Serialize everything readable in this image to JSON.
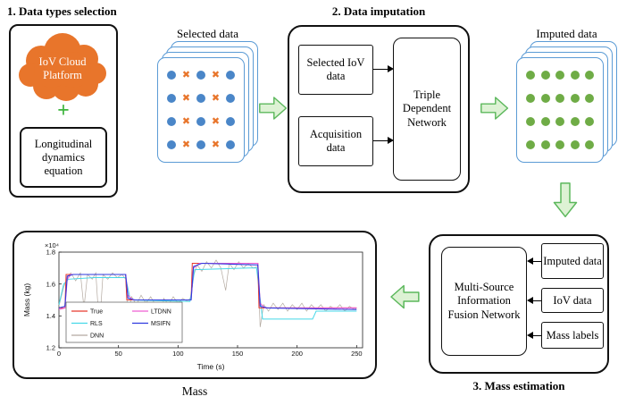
{
  "colors": {
    "cloud_orange": "#e8752b",
    "plus_green": "#3cb43c",
    "card_border": "#5b9bd5",
    "dot_blue": "#4a86c8",
    "dot_green": "#6fac46",
    "x_orange": "#e8752b",
    "arrow_fill": "#ddf2d4",
    "arrow_stroke": "#5cb85c"
  },
  "stage1": {
    "heading": "1. Data types selection",
    "cloud": "IoV Cloud Platform",
    "plus": "+",
    "equation": "Longitudinal dynamics equation"
  },
  "selected": {
    "label": "Selected data",
    "grid": [
      "oxoxo",
      "oxoxo",
      "oxoxo",
      "oxoxo"
    ]
  },
  "stage2": {
    "heading": "2. Data imputation",
    "selected_iov": "Selected IoV data",
    "acquisition": "Acquisition data",
    "network": "Triple Dependent Network"
  },
  "imputed": {
    "label": "Imputed data",
    "grid": [
      "ooooo",
      "ooooo",
      "ooooo",
      "ooooo"
    ]
  },
  "stage3": {
    "heading": "3. Mass estimation",
    "fusion": "Multi-Source Information Fusion Network",
    "inputs": [
      "Imputed data",
      "IoV data",
      "Mass labels"
    ]
  },
  "result": {
    "caption": "Mass"
  },
  "chart_data": {
    "type": "line",
    "title": "",
    "xlabel": "Time (s)",
    "ylabel": "Mass (kg)",
    "y_exponent": "×10⁴",
    "y_unit_scale": 10000,
    "xlim": [
      0,
      255
    ],
    "ylim": [
      1.2,
      1.8
    ],
    "xticks": [
      0,
      50,
      100,
      150,
      200,
      250
    ],
    "yticks": [
      1.2,
      1.4,
      1.6,
      1.8
    ],
    "grid": false,
    "legend": {
      "position": "lower-left",
      "columns": 2,
      "entries": [
        "True",
        "RLS",
        "DNN",
        "LTDNN",
        "MSIFN"
      ]
    },
    "series": [
      {
        "name": "True",
        "color": "#e8392e",
        "width": 1.0,
        "points": [
          [
            0,
            1.45
          ],
          [
            5,
            1.45
          ],
          [
            6,
            1.66
          ],
          [
            56,
            1.66
          ],
          [
            57,
            1.5
          ],
          [
            111,
            1.5
          ],
          [
            112,
            1.73
          ],
          [
            167,
            1.73
          ],
          [
            168,
            1.45
          ],
          [
            250,
            1.45
          ]
        ]
      },
      {
        "name": "RLS",
        "color": "#45d8e8",
        "width": 1.0,
        "points": [
          [
            0,
            1.47
          ],
          [
            4,
            1.6
          ],
          [
            8,
            1.63
          ],
          [
            30,
            1.64
          ],
          [
            56,
            1.64
          ],
          [
            60,
            1.5
          ],
          [
            110,
            1.49
          ],
          [
            114,
            1.69
          ],
          [
            160,
            1.7
          ],
          [
            166,
            1.7
          ],
          [
            171,
            1.38
          ],
          [
            213,
            1.38
          ],
          [
            216,
            1.43
          ],
          [
            250,
            1.43
          ]
        ]
      },
      {
        "name": "DNN",
        "color": "#b3a9a0",
        "width": 0.7,
        "points": [
          [
            0,
            1.46
          ],
          [
            4,
            1.58
          ],
          [
            7,
            1.64
          ],
          [
            10,
            1.67
          ],
          [
            14,
            1.62
          ],
          [
            18,
            1.67
          ],
          [
            21,
            1.45
          ],
          [
            24,
            1.66
          ],
          [
            28,
            1.63
          ],
          [
            31,
            1.67
          ],
          [
            34,
            1.32
          ],
          [
            37,
            1.66
          ],
          [
            41,
            1.63
          ],
          [
            45,
            1.67
          ],
          [
            49,
            1.64
          ],
          [
            53,
            1.66
          ],
          [
            56,
            1.63
          ],
          [
            58,
            1.4
          ],
          [
            61,
            1.52
          ],
          [
            65,
            1.47
          ],
          [
            69,
            1.53
          ],
          [
            73,
            1.48
          ],
          [
            77,
            1.52
          ],
          [
            81,
            1.47
          ],
          [
            85,
            1.3
          ],
          [
            88,
            1.51
          ],
          [
            92,
            1.47
          ],
          [
            96,
            1.52
          ],
          [
            100,
            1.48
          ],
          [
            104,
            1.51
          ],
          [
            108,
            1.49
          ],
          [
            111,
            1.52
          ],
          [
            113,
            1.65
          ],
          [
            116,
            1.72
          ],
          [
            120,
            1.68
          ],
          [
            124,
            1.74
          ],
          [
            128,
            1.7
          ],
          [
            132,
            1.75
          ],
          [
            136,
            1.7
          ],
          [
            140,
            1.56
          ],
          [
            143,
            1.73
          ],
          [
            147,
            1.69
          ],
          [
            151,
            1.74
          ],
          [
            155,
            1.7
          ],
          [
            159,
            1.73
          ],
          [
            163,
            1.7
          ],
          [
            167,
            1.71
          ],
          [
            169,
            1.33
          ],
          [
            172,
            1.47
          ],
          [
            176,
            1.43
          ],
          [
            180,
            1.48
          ],
          [
            184,
            1.44
          ],
          [
            188,
            1.48
          ],
          [
            192,
            1.43
          ],
          [
            196,
            1.47
          ],
          [
            200,
            1.44
          ],
          [
            204,
            1.48
          ],
          [
            208,
            1.43
          ],
          [
            212,
            1.47
          ],
          [
            216,
            1.44
          ],
          [
            220,
            1.47
          ],
          [
            224,
            1.43
          ],
          [
            228,
            1.46
          ],
          [
            232,
            1.44
          ],
          [
            236,
            1.47
          ],
          [
            240,
            1.43
          ],
          [
            244,
            1.46
          ],
          [
            248,
            1.44
          ],
          [
            250,
            1.45
          ]
        ]
      },
      {
        "name": "LTDNN",
        "color": "#ef5fd2",
        "width": 1.1,
        "points": [
          [
            0,
            1.44
          ],
          [
            5,
            1.45
          ],
          [
            7,
            1.63
          ],
          [
            10,
            1.66
          ],
          [
            56,
            1.66
          ],
          [
            58,
            1.53
          ],
          [
            62,
            1.5
          ],
          [
            111,
            1.5
          ],
          [
            113,
            1.7
          ],
          [
            118,
            1.73
          ],
          [
            167,
            1.73
          ],
          [
            169,
            1.48
          ],
          [
            173,
            1.45
          ],
          [
            250,
            1.45
          ]
        ]
      },
      {
        "name": "MSIFN",
        "color": "#2f3adf",
        "width": 1.1,
        "points": [
          [
            0,
            1.45
          ],
          [
            5,
            1.46
          ],
          [
            7,
            1.65
          ],
          [
            12,
            1.66
          ],
          [
            56,
            1.66
          ],
          [
            58,
            1.51
          ],
          [
            64,
            1.5
          ],
          [
            111,
            1.5
          ],
          [
            113,
            1.71
          ],
          [
            120,
            1.73
          ],
          [
            167,
            1.72
          ],
          [
            169,
            1.46
          ],
          [
            175,
            1.45
          ],
          [
            250,
            1.44
          ]
        ]
      }
    ]
  }
}
